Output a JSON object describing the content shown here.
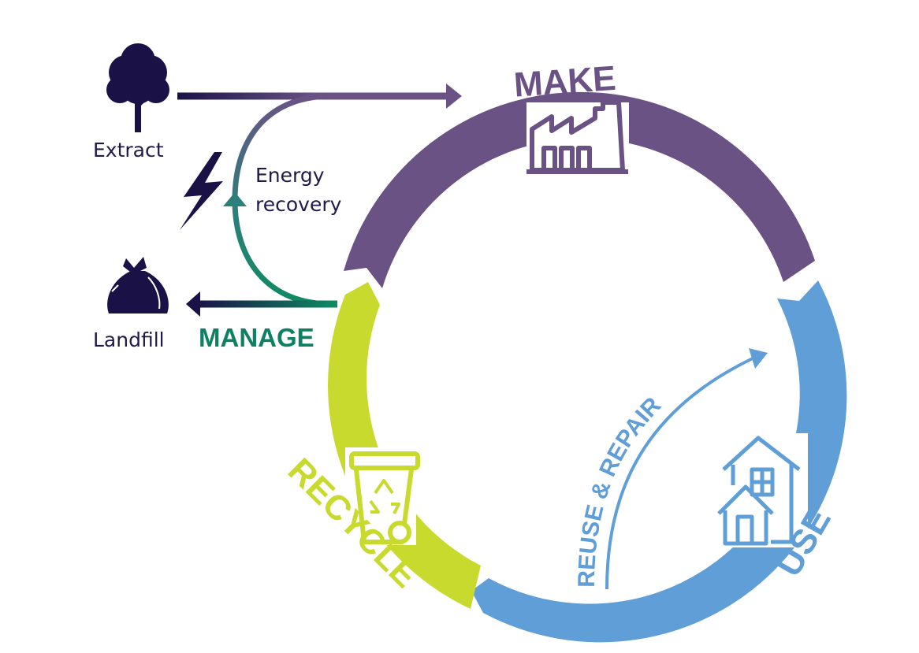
{
  "labels": {
    "extract": "Extract",
    "landfill": "Landfill",
    "energy_recovery_line1": "Energy",
    "energy_recovery_line2": "recovery",
    "manage": "MANAGE",
    "make": "MAKE",
    "use": "USE",
    "recycle": "RECYCLE",
    "reuse_repair": "REUSE & REPAIR"
  },
  "colors": {
    "make": "#6a5284",
    "use": "#5f9ed6",
    "recycle": "#c9da2e",
    "manage": "#0f8064",
    "energy_recovery": "#2d7f7a",
    "dark_navy": "#1a1247",
    "extract_arrow": "#6a5284"
  },
  "icons": {
    "extract": "tree-icon",
    "landfill": "garbage-bag-icon",
    "energy": "lightning-bolt-icon",
    "make": "factory-icon",
    "use": "houses-icon",
    "recycle": "recycling-bin-icon"
  }
}
